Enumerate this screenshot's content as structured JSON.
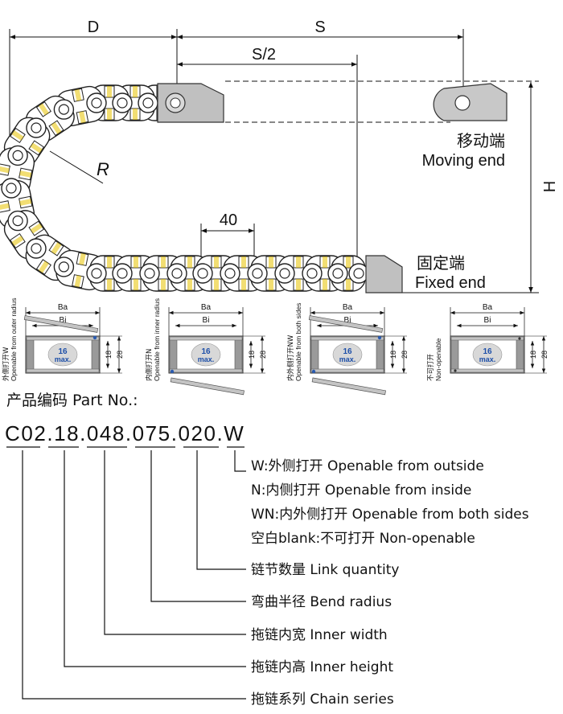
{
  "diagram": {
    "dim_D": "D",
    "dim_S": "S",
    "dim_S2": "S/2",
    "dim_R": "R",
    "dim_H": "H",
    "dim_pitch": "40",
    "moving_end_cn": "移动端",
    "moving_end_en": "Moving end",
    "fixed_end_cn": "固定端",
    "fixed_end_en": "Fixed end"
  },
  "sections": [
    {
      "side_label_1": "外侧打开W",
      "side_label_2": "Openable from outer radius",
      "ba": "Ba",
      "bi": "Bi",
      "badge_num": "16",
      "badge_max": "max.",
      "dim_inner": "18",
      "dim_outer": "28"
    },
    {
      "side_label_1": "内侧打开N",
      "side_label_2": "Openable from inner radius",
      "ba": "Ba",
      "bi": "Bi",
      "badge_num": "16",
      "badge_max": "max.",
      "dim_inner": "18",
      "dim_outer": "28"
    },
    {
      "side_label_1": "内外侧打开NW",
      "side_label_2": "Openable from both sides",
      "ba": "Ba",
      "bi": "Bi",
      "badge_num": "16",
      "badge_max": "max.",
      "dim_inner": "18",
      "dim_outer": "28"
    },
    {
      "side_label_1": "不可打开",
      "side_label_2": "Non-openable",
      "ba": "Ba",
      "bi": "Bi",
      "badge_num": "16",
      "badge_max": "max.",
      "dim_inner": "18",
      "dim_outer": "28"
    }
  ],
  "part_no": {
    "title": "产品编码 Part No.:",
    "code": "C02.18.048.075.020.W",
    "legend": [
      "W:外侧打开 Openable from outside",
      "N:内侧打开 Openable from inside",
      "WN:内外侧打开 Openable from both sides",
      "空白blank:不可打开 Non-openable",
      "链节数量 Link quantity",
      "弯曲半径 Bend radius",
      "拖链内宽 Inner width",
      "拖链内高 Inner height",
      "拖链系列 Chain series"
    ]
  }
}
